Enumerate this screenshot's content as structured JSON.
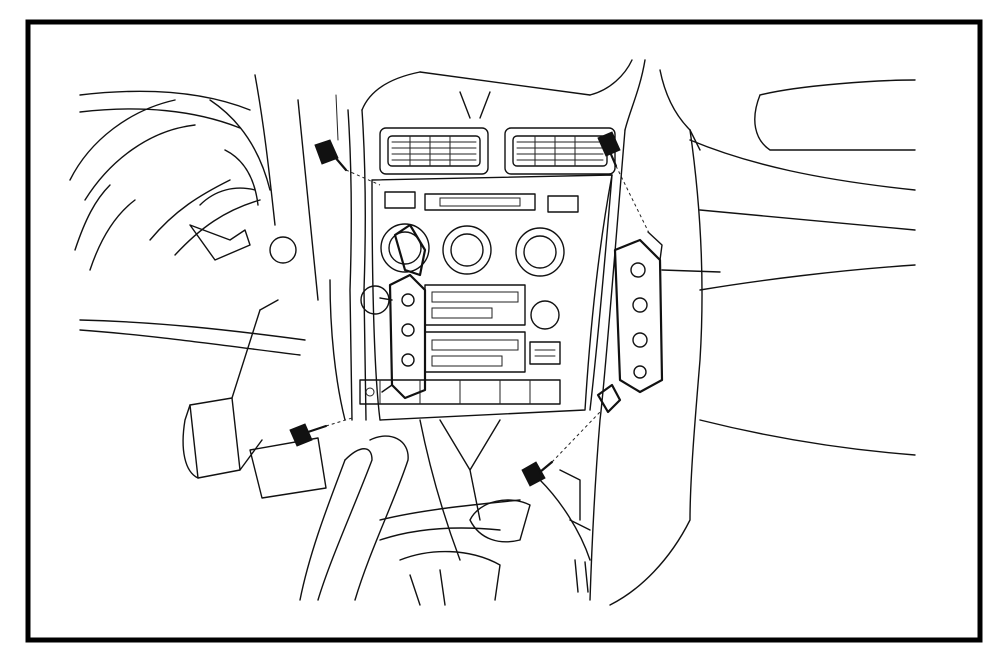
{
  "figure": {
    "type": "line-drawing",
    "subject": "center-console",
    "colors": {
      "ink": "#111111",
      "paper": "#ffffff",
      "frame": "#000000"
    },
    "parts": [
      "frame",
      "steering-wheel",
      "air-vents",
      "control-knobs",
      "audio-unit",
      "left-mounting-bracket",
      "right-mounting-bracket",
      "screws",
      "shift-lever",
      "pedal",
      "dashboard-right"
    ]
  }
}
